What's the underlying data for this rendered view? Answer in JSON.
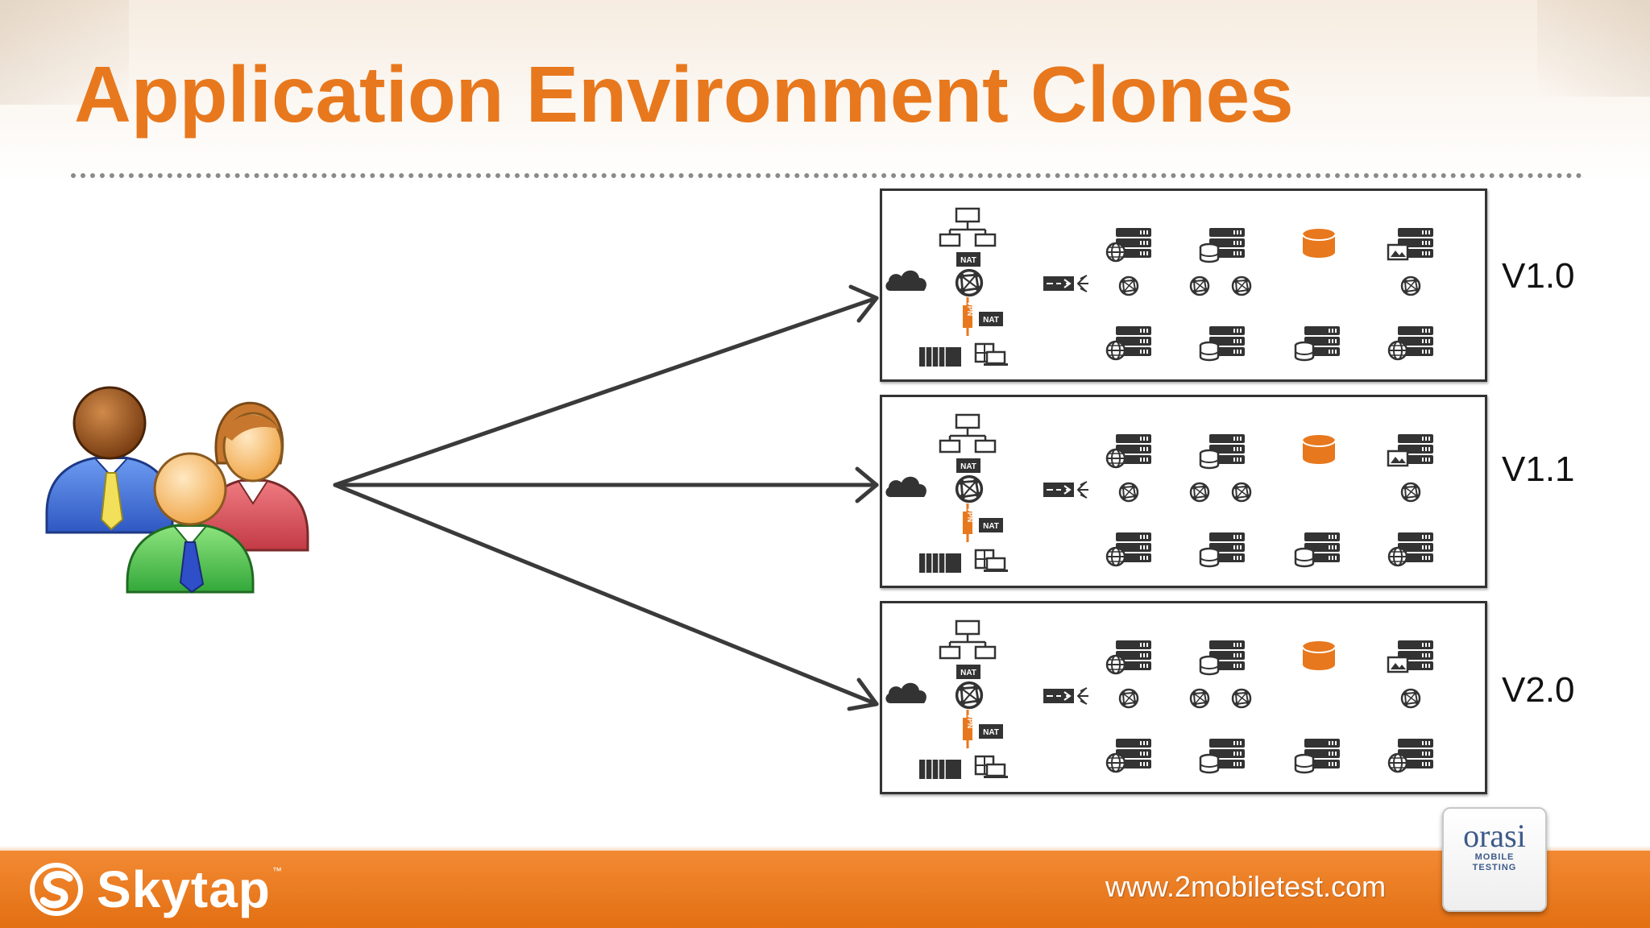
{
  "slide": {
    "title": "Application Environment Clones"
  },
  "environments": [
    {
      "version": "V1.0"
    },
    {
      "version": "V1.1"
    },
    {
      "version": "V2.0"
    }
  ],
  "env_icon_labels": {
    "nat": "NAT",
    "vpn": "VPN"
  },
  "footer": {
    "brand": "Skytap",
    "trademark": "™",
    "website": "www.2mobiletest.com",
    "partner_logo": "orasi",
    "partner_sub1": "MOBILE",
    "partner_sub2": "TESTING"
  },
  "colors": {
    "title": "#e8781d",
    "footer": "#e9771d",
    "database": "#e8781d",
    "vpn": "#e8781d",
    "user_blue": "#3f6fd6",
    "user_green": "#4fc24a",
    "user_red": "#d84a55"
  },
  "icons": [
    "users-icon",
    "cloud-icon",
    "network-icon",
    "nat-icon",
    "vpn-icon",
    "server-icon",
    "database-icon",
    "load-balancer-icon",
    "skytap-logo-icon"
  ]
}
